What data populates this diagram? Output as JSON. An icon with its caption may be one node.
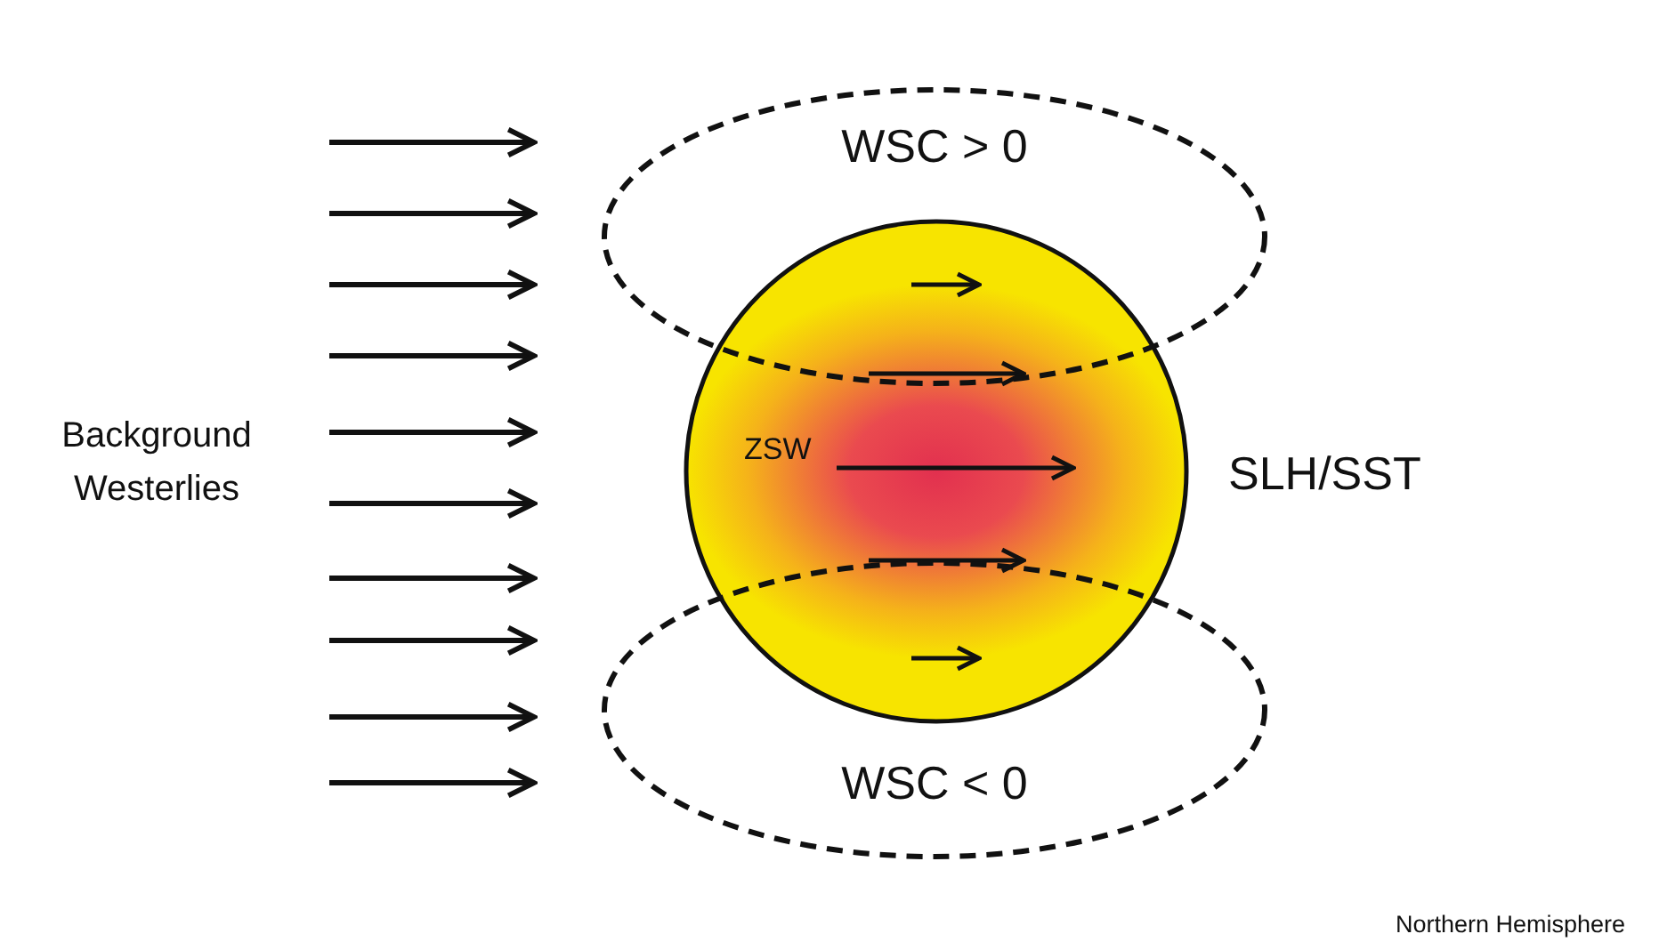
{
  "diagram": {
    "nodes": [
      {
        "text": [
          "WSC > 0"
        ]
      },
      {
        "text": [
          "ZSW"
        ],
        "beside": [
          "SLH/SST"
        ]
      },
      {
        "text": [
          "WSC < 0"
        ]
      }
    ],
    "edges": [],
    "labels": [
      "Background Westerlies",
      "Northern Hemisphere"
    ]
  }
}
